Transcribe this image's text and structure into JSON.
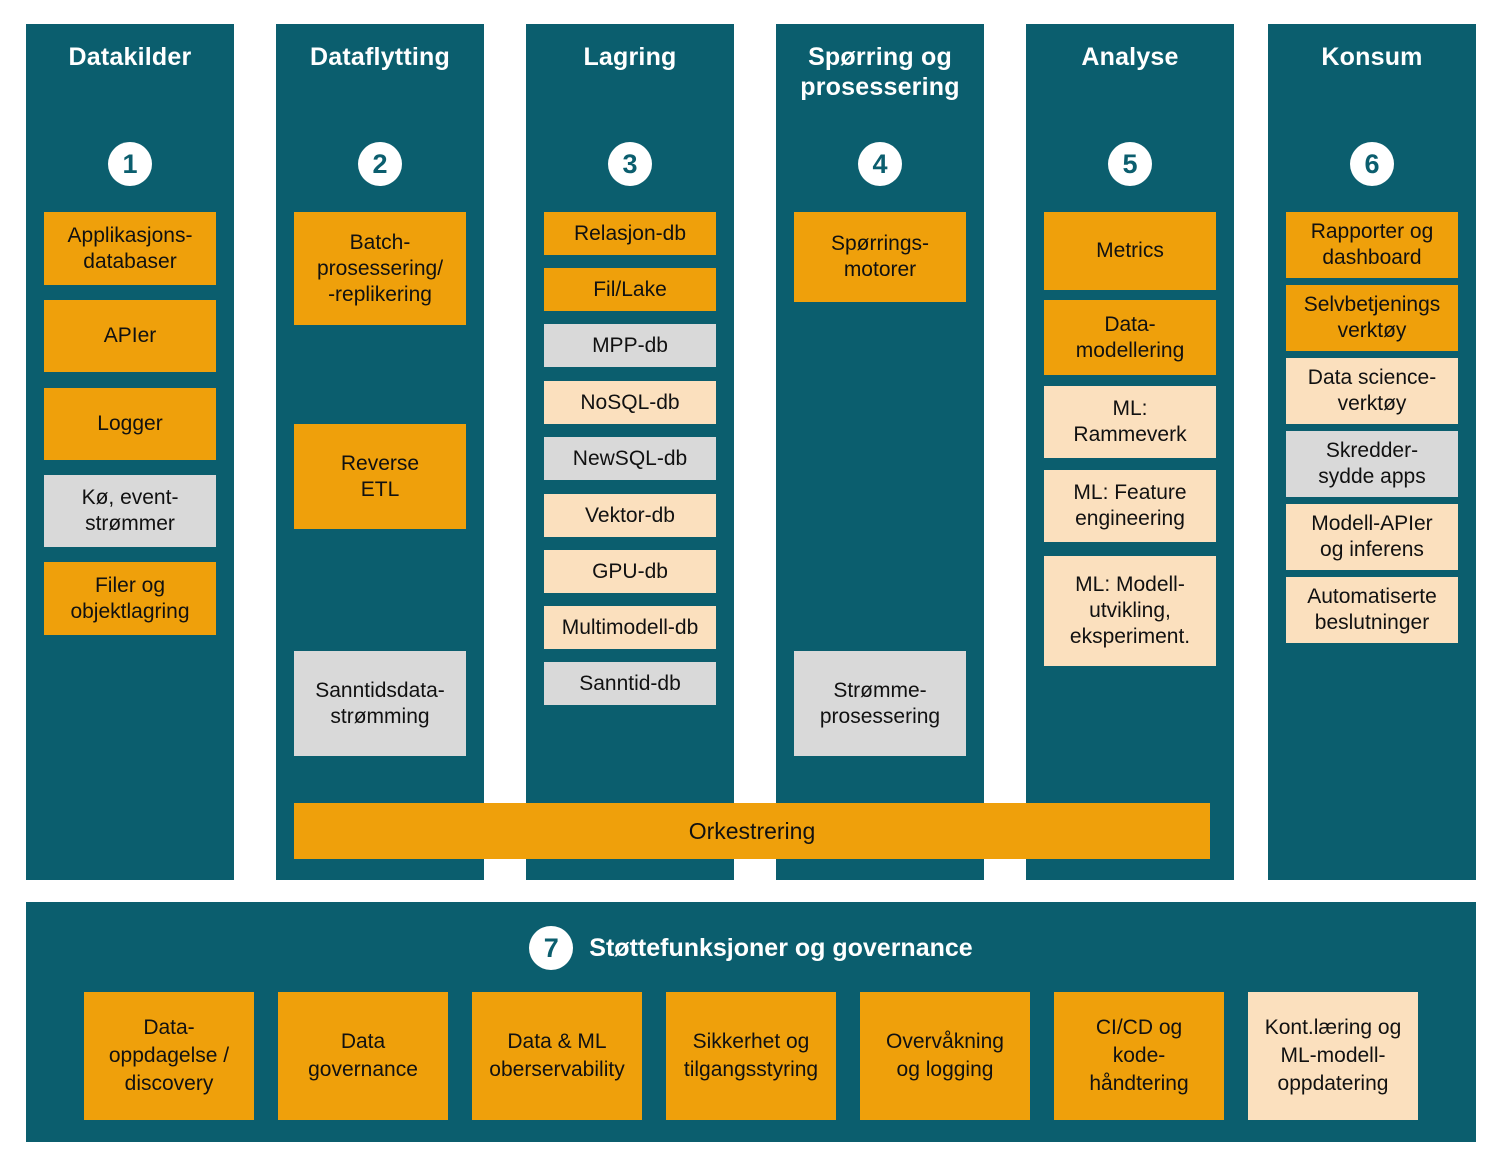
{
  "theme": {
    "teal": "#0B5E6E",
    "orange": "#EFA00B",
    "gray": "#D9D9D9",
    "cream": "#FBE0BE",
    "white": "#FFFFFF",
    "text": "#111111"
  },
  "columns": [
    {
      "number": "1",
      "title": "Datakilder",
      "items": [
        {
          "label": "Applikasjons-\ndatabaser",
          "color": "orange"
        },
        {
          "label": "APIer",
          "color": "orange"
        },
        {
          "label": "Logger",
          "color": "orange"
        },
        {
          "label": "Kø, event-\nstrømmer",
          "color": "gray"
        },
        {
          "label": "Filer og\nobjektlagring",
          "color": "orange"
        }
      ]
    },
    {
      "number": "2",
      "title": "Dataflytting",
      "items": [
        {
          "label": "Batch-\nprosessering/\n-replikering",
          "color": "orange"
        },
        {
          "label": "Reverse\nETL",
          "color": "orange"
        },
        {
          "label": "Sanntidsdata-\nstrømming",
          "color": "gray"
        }
      ]
    },
    {
      "number": "3",
      "title": "Lagring",
      "items": [
        {
          "label": "Relasjon-db",
          "color": "orange"
        },
        {
          "label": "Fil/Lake",
          "color": "orange"
        },
        {
          "label": "MPP-db",
          "color": "gray"
        },
        {
          "label": "NoSQL-db",
          "color": "cream"
        },
        {
          "label": "NewSQL-db",
          "color": "gray"
        },
        {
          "label": "Vektor-db",
          "color": "cream"
        },
        {
          "label": "GPU-db",
          "color": "cream"
        },
        {
          "label": "Multimodell-db",
          "color": "cream"
        },
        {
          "label": "Sanntid-db",
          "color": "gray"
        }
      ]
    },
    {
      "number": "4",
      "title": "Spørring og\nprosessering",
      "items": [
        {
          "label": "Spørrings-\nmotorer",
          "color": "orange"
        },
        {
          "label": "Strømme-\nprosessering",
          "color": "gray"
        }
      ]
    },
    {
      "number": "5",
      "title": "Analyse",
      "items": [
        {
          "label": "Metrics",
          "color": "orange"
        },
        {
          "label": "Data-\nmodellering",
          "color": "orange"
        },
        {
          "label": "ML:\nRammeverk",
          "color": "cream"
        },
        {
          "label": "ML: Feature\nengineering",
          "color": "cream"
        },
        {
          "label": "ML: Modell-\nutvikling,\neksperiment.",
          "color": "cream"
        }
      ]
    },
    {
      "number": "6",
      "title": "Konsum",
      "items": [
        {
          "label": "Rapporter og\ndashboard",
          "color": "orange"
        },
        {
          "label": "Selvbetjenings\nverktøy",
          "color": "orange"
        },
        {
          "label": "Data science-\nverktøy",
          "color": "cream"
        },
        {
          "label": "Skredder-\nsydde apps",
          "color": "gray"
        },
        {
          "label": "Modell-APIer\nog inferens",
          "color": "cream"
        },
        {
          "label": "Automatiserte\nbeslutninger",
          "color": "cream"
        }
      ]
    }
  ],
  "orchestration": {
    "label": "Orkestrering"
  },
  "support": {
    "number": "7",
    "title": "Støttefunksjoner og governance",
    "items": [
      {
        "label": "Data-\noppdagelse /\ndiscovery",
        "color": "orange"
      },
      {
        "label": "Data\ngovernance",
        "color": "orange"
      },
      {
        "label": "Data & ML\noberservability",
        "color": "orange"
      },
      {
        "label": "Sikkerhet og\ntilgangsstyring",
        "color": "orange"
      },
      {
        "label": "Overvåkning\nog logging",
        "color": "orange"
      },
      {
        "label": "CI/CD og\nkode-\nhåndtering",
        "color": "orange"
      },
      {
        "label": "Kont.læring og\nML-modell-\noppdatering",
        "color": "cream"
      }
    ]
  }
}
